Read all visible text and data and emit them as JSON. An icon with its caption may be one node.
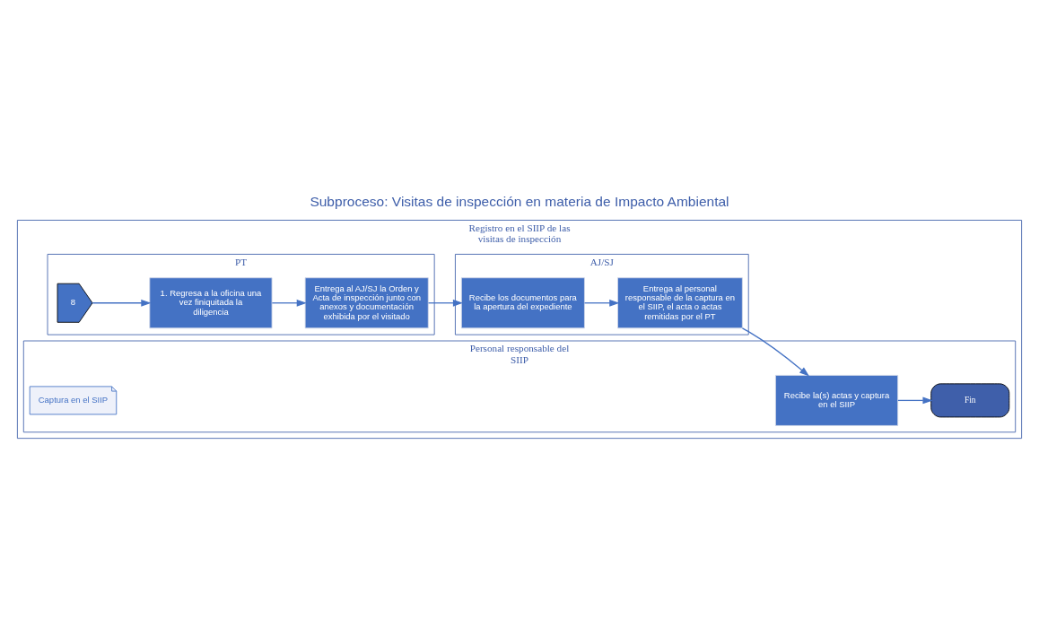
{
  "diagram": {
    "title": "Subproceso: Visitas de inspección en materia de Impacto Ambiental",
    "nodes": [
      {
        "text": [
          "Registro en el SIIP de las visitas de inspección"
        ]
      },
      {
        "text": [
          "PT"
        ],
        "in": 0
      },
      {
        "text": [
          "8"
        ],
        "in": 1
      },
      {
        "text": [
          "1. Regresa a la oficina una vez finiquitada la diligencia"
        ],
        "in": 1
      },
      {
        "text": [
          "Entrega al AJ/SJ la Orden y Acta de inspección junto con anexos y documentación exhibida por el visitado"
        ],
        "in": 1
      },
      {
        "text": [
          "AJ/SJ"
        ],
        "in": 0
      },
      {
        "text": [
          "Recibe los documentos para la apertura del expediente"
        ],
        "in": 5
      },
      {
        "text": [
          "Entrega al personal responsable de la captura en el SIIP, el acta o actas remitidas por el PT"
        ],
        "in": 5
      },
      {
        "text": [
          "Personal responsable del SIIP"
        ],
        "in": 0
      },
      {
        "text": [
          "Fin"
        ],
        "in": 8
      },
      {
        "text": [
          "Recibe la(s) actas y captura en el SIIP"
        ],
        "in": 8
      },
      {
        "text": [
          "Captura en el SIIP"
        ],
        "in": 8
      }
    ],
    "edges": [
      {
        "from": 2,
        "to": 3,
        "arrow": "to"
      },
      {
        "from": 3,
        "to": 4,
        "arrow": "to"
      },
      {
        "from": 4,
        "to": 6,
        "arrow": "to"
      },
      {
        "from": 6,
        "to": 7,
        "arrow": "to"
      },
      {
        "from": 7,
        "to": 10,
        "arrow": "to"
      },
      {
        "from": 10,
        "to": 9,
        "arrow": "to"
      }
    ]
  }
}
